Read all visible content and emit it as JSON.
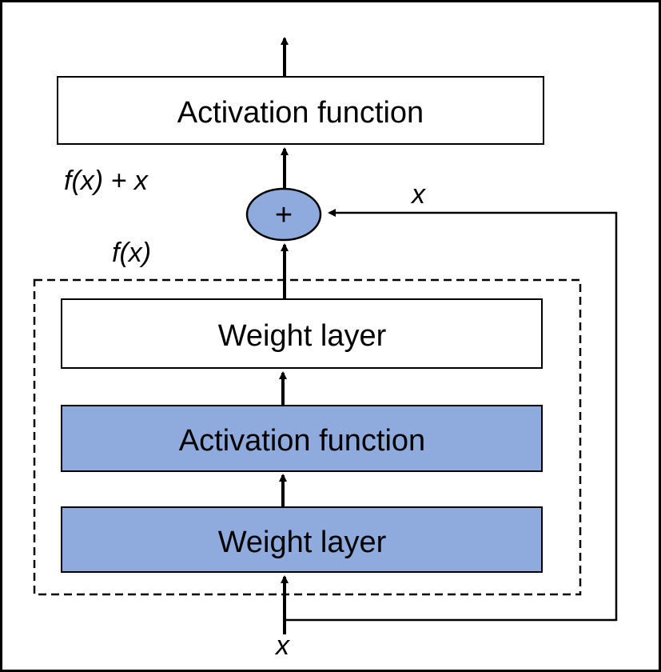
{
  "diagram": {
    "top_box": {
      "label": "Activation function",
      "fill": "#ffffff"
    },
    "sum_node": {
      "label": "+",
      "fill": "#8faadc"
    },
    "labels": {
      "fx_plus_x": "f(x) + x",
      "fx": "f(x)",
      "skip_x": "x",
      "input_x": "x"
    },
    "inner_boxes": [
      {
        "label": "Weight layer",
        "fill": "#ffffff"
      },
      {
        "label": "Activation function",
        "fill": "#8faadc"
      },
      {
        "label": "Weight layer",
        "fill": "#8faadc"
      }
    ],
    "colors": {
      "accent": "#8faadc",
      "stroke": "#000000"
    }
  }
}
